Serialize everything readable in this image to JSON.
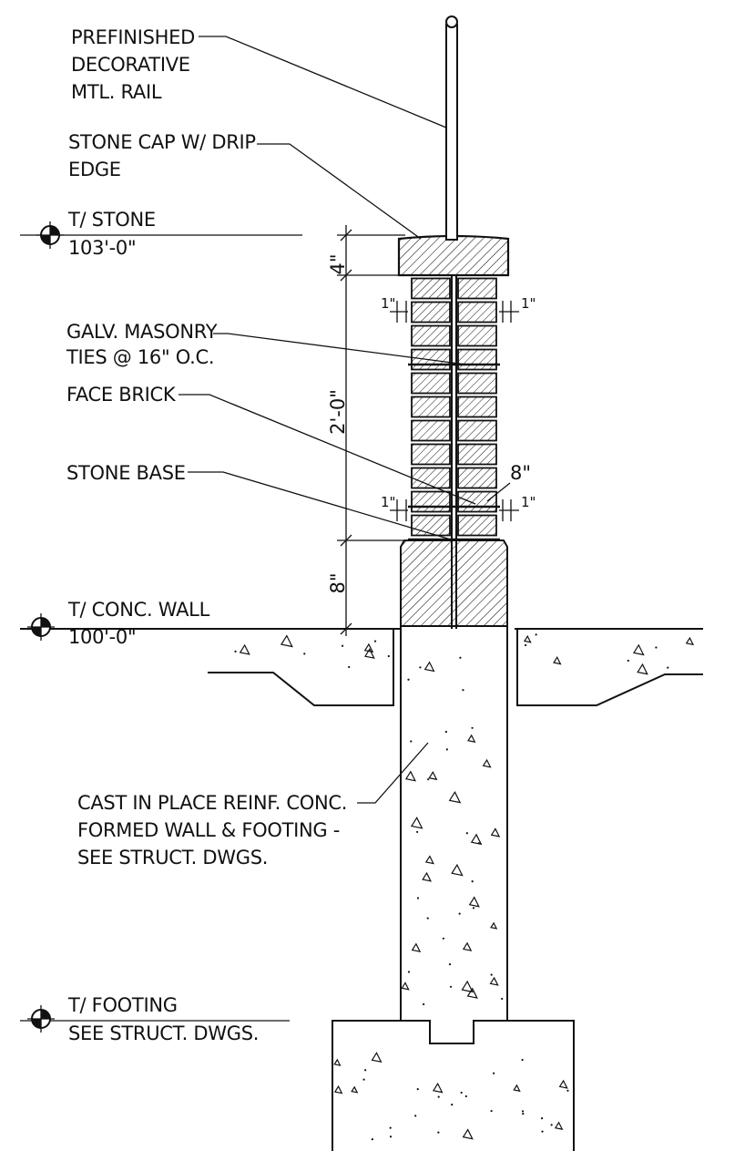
{
  "labels": {
    "rail": [
      "PREFINISHED",
      "DECORATIVE",
      "MTL. RAIL"
    ],
    "cap": [
      "STONE CAP W/ DRIP",
      "EDGE"
    ],
    "ties": [
      "GALV. MASONRY",
      "TIES @ 16\" O.C."
    ],
    "brick": [
      "FACE BRICK"
    ],
    "base": [
      "STONE BASE"
    ],
    "concrete": [
      "CAST IN PLACE REINF. CONC.",
      "FORMED WALL & FOOTING -",
      "SEE STRUCT. DWGS."
    ]
  },
  "elevations": {
    "stone": {
      "name": "T/ STONE",
      "value": "103'-0\""
    },
    "wall": {
      "name": "T/ CONC. WALL",
      "value": "100'-0\""
    },
    "footing": {
      "name": "T/ FOOTING",
      "value": "SEE STRUCT. DWGS."
    }
  },
  "dimensions": {
    "cap_height": "4\"",
    "brick_height": "2'-0\"",
    "base_height": "8\"",
    "brick_width": "8\"",
    "offset_top_left": "1\"",
    "offset_top_right": "1\"",
    "offset_bot_left": "1\"",
    "offset_bot_right": "1\""
  }
}
